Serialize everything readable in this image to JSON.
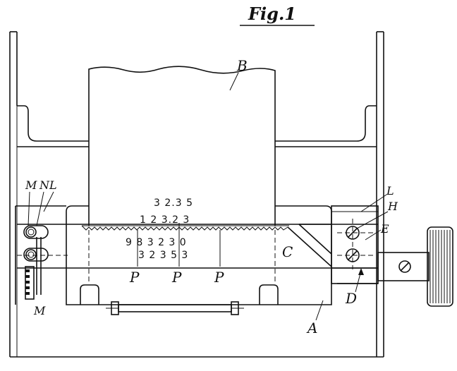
{
  "figure": {
    "title": "Fig.1"
  },
  "labels": {
    "B": "B",
    "C": "C",
    "A": "A",
    "D": "D",
    "E": "E",
    "H": "H",
    "L_left": "L",
    "L_right": "L",
    "M_top": "M",
    "M_bottom": "M",
    "N": "N",
    "P1": "P",
    "P2": "P",
    "P3": "P"
  },
  "numbers": {
    "upper_row": "3 2.3 5",
    "middle_row": "1 2 3.2 3",
    "table_row1": "9 8 3 2 3 0",
    "table_row2": "3 2 3 5 3"
  }
}
